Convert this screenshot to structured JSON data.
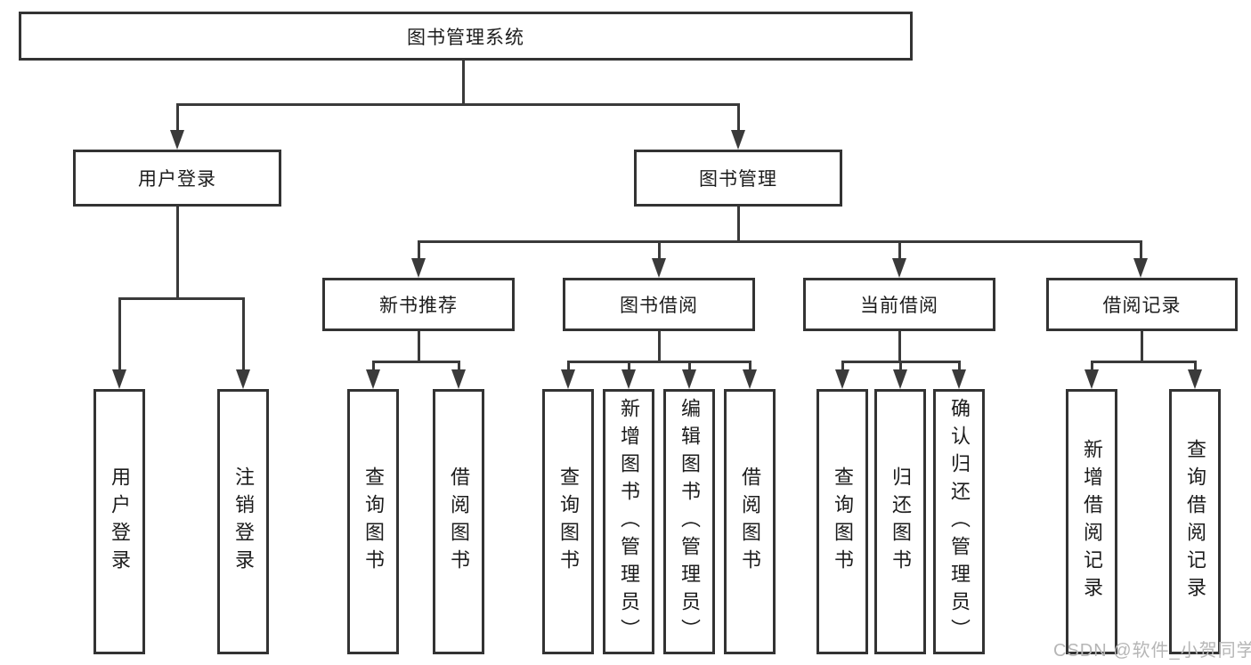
{
  "tree": {
    "label": "图书管理系统",
    "children": [
      {
        "label": "用户登录",
        "children": [
          {
            "label": "用户登录"
          },
          {
            "label": "注销登录"
          }
        ]
      },
      {
        "label": "图书管理",
        "children": [
          {
            "label": "新书推荐",
            "children": [
              {
                "label": "查询图书"
              },
              {
                "label": "借阅图书"
              }
            ]
          },
          {
            "label": "图书借阅",
            "children": [
              {
                "label": "查询图书"
              },
              {
                "label": "新增图书（管理员）"
              },
              {
                "label": "编辑图书（管理员）"
              },
              {
                "label": "借阅图书"
              }
            ]
          },
          {
            "label": "当前借阅",
            "children": [
              {
                "label": "查询图书"
              },
              {
                "label": "归还图书"
              },
              {
                "label": "确认归还（管理员）"
              }
            ]
          },
          {
            "label": "借阅记录",
            "children": [
              {
                "label": "新增借阅记录"
              },
              {
                "label": "查询借阅记录"
              }
            ]
          }
        ]
      }
    ]
  },
  "watermark": {
    "text": "CSDN @软件_小贺同学"
  },
  "colors": {
    "box_border": "#333333",
    "connector_line": "#3a3a3a",
    "text": "#1c1c1c",
    "watermark": "#b6b6b6",
    "background": "#ffffff"
  }
}
